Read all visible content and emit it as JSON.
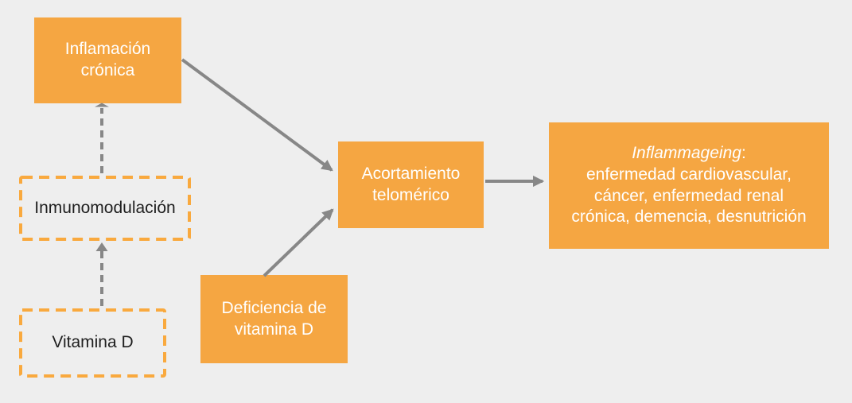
{
  "diagram": {
    "background_color": "#EEEEEE",
    "accent_orange": "#F5A642",
    "dashed_border_orange": "#F9A93E",
    "arrow_gray": "#878787",
    "text_on_orange": "#FFFFFF",
    "text_dark": "#1F1F1F",
    "nodes": {
      "inflamacion_cronica": {
        "label": "Inflamación crónica",
        "style": "filled"
      },
      "inmunomodulacion": {
        "label": "Inmunomodulación",
        "style": "dashed-outline"
      },
      "vitamina_d": {
        "label": "Vitamina D",
        "style": "dashed-outline"
      },
      "deficiencia_vitamina_d": {
        "label": "Deficiencia de vitamina D",
        "style": "filled"
      },
      "acortamiento_telomerico": {
        "label": "Acortamiento telomérico",
        "style": "filled"
      },
      "inflammageing": {
        "style": "filled",
        "title_italic": "Inflammageing",
        "title_suffix": ":",
        "line1": "enfermedad cardiovascular,",
        "line2": "cáncer, enfermedad renal",
        "line3": "crónica, demencia, desnutrición"
      }
    },
    "edges": [
      {
        "from": "vitamina_d",
        "to": "inmunomodulacion",
        "line": "dashed"
      },
      {
        "from": "inmunomodulacion",
        "to": "inflamacion_cronica",
        "line": "dashed"
      },
      {
        "from": "inflamacion_cronica",
        "to": "acortamiento_telomerico",
        "line": "solid"
      },
      {
        "from": "deficiencia_vitamina_d",
        "to": "acortamiento_telomerico",
        "line": "solid"
      },
      {
        "from": "acortamiento_telomerico",
        "to": "inflammageing",
        "line": "solid"
      }
    ]
  }
}
